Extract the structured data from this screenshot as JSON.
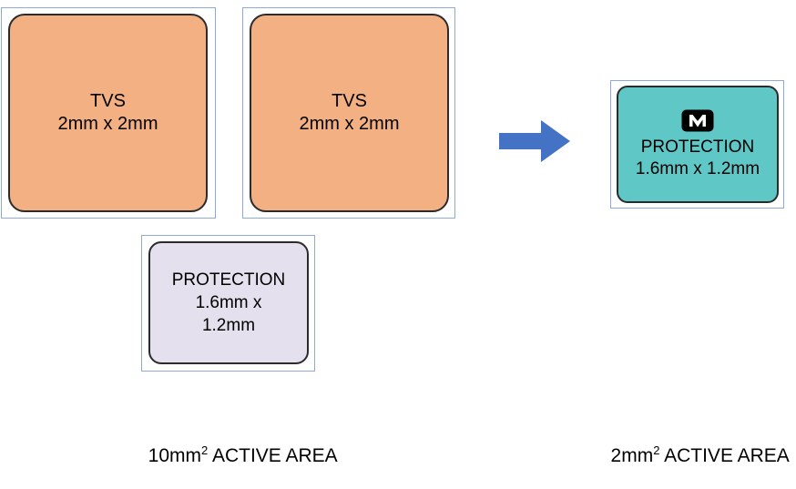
{
  "figure": {
    "before": {
      "tvs1": {
        "name": "TVS",
        "size": "2mm x 2mm"
      },
      "tvs2": {
        "name": "TVS",
        "size": "2mm x 2mm"
      },
      "protection": {
        "name": "PROTECTION",
        "size_line1": "1.6mm x",
        "size_line2": "1.2mm"
      },
      "caption": {
        "value": "10mm",
        "sup": "2",
        "rest": " ACTIVE AREA"
      }
    },
    "after": {
      "protection": {
        "name": "PROTECTION",
        "size": "1.6mm x 1.2mm"
      },
      "caption": {
        "value": "2mm",
        "sup": "2",
        "rest": " ACTIVE AREA"
      }
    },
    "icons": {
      "maxim_logo": "maxim-logo-icon",
      "right_arrow": "right-arrow-icon"
    }
  },
  "colors": {
    "tvs_fill": "#F2B083",
    "protection_before_fill": "#E4E0ED",
    "protection_after_fill": "#5FC8C6",
    "outline_blue": "#8EAADB",
    "arrow_blue": "#4472C4",
    "chip_border": "#2B2B2B"
  }
}
